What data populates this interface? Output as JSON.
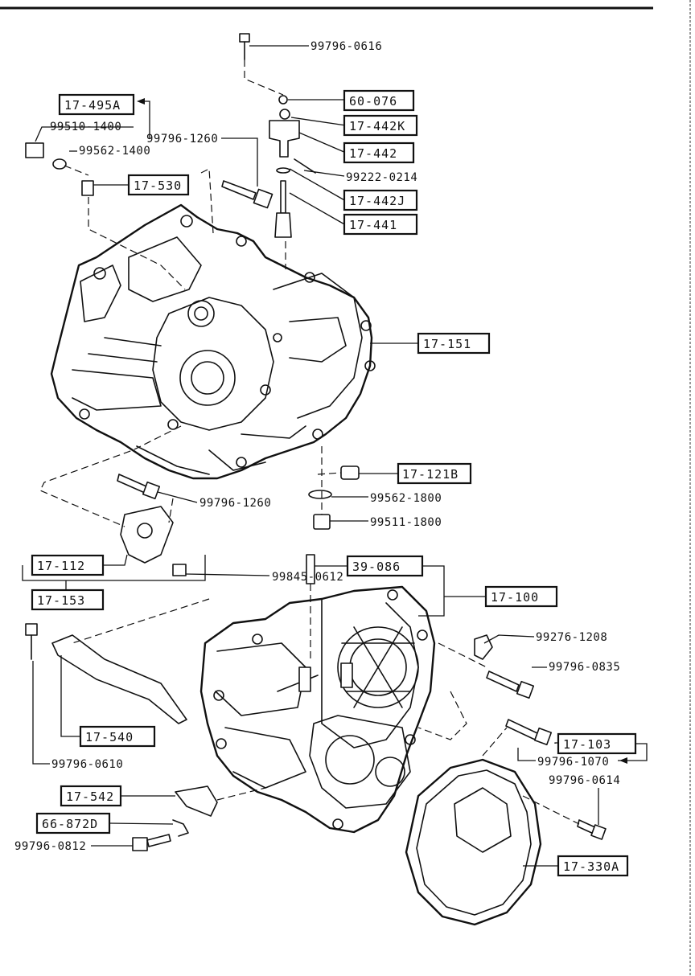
{
  "boxed_labels": {
    "b17_495A": "17-495A",
    "b17_530": "17-530",
    "b60_076": "60-076",
    "b17_442K": "17-442K",
    "b17_442": "17-442",
    "b17_442J": "17-442J",
    "b17_441": "17-441",
    "b17_151": "17-151",
    "b17_121B": "17-121B",
    "b17_112": "17-112",
    "b17_153": "17-153",
    "b39_086": "39-086",
    "b17_100": "17-100",
    "b17_540": "17-540",
    "b17_103": "17-103",
    "b17_542": "17-542",
    "b66_872D": "66-872D",
    "b17_330A": "17-330A"
  },
  "part_numbers": {
    "p99796_0616": "99796-0616",
    "p99510_1400": "99510-1400",
    "p99562_1400": "99562-1400",
    "p99796_1260a": "99796-1260",
    "p99222_0214": "99222-0214",
    "p99796_1260b": "99796-1260",
    "p99562_1800": "99562-1800",
    "p99511_1800": "99511-1800",
    "p99845_0612": "99845-0612",
    "p99276_1208": "99276-1208",
    "p99796_0835": "99796-0835",
    "p99796_0610": "99796-0610",
    "p99796_1070": "99796-1070",
    "p99796_0614": "99796-0614",
    "p99796_0812": "99796-0812"
  }
}
